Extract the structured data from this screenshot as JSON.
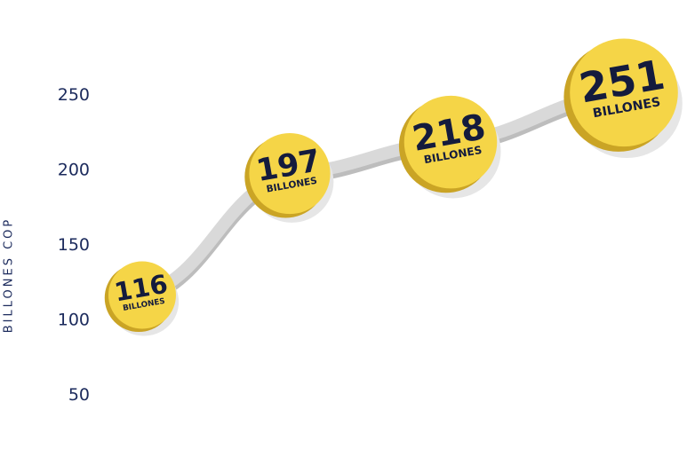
{
  "colors": {
    "axis_text": "#1b2a5c",
    "coin_face": "#f5d547",
    "coin_edge": "#caa425",
    "coin_text": "#141b3d",
    "path": "#d9d9d9"
  },
  "chart_data": {
    "type": "line",
    "title": "",
    "xlabel": "",
    "ylabel": "BILLONES COP",
    "ylim": [
      50,
      270
    ],
    "y_ticks": [
      50,
      100,
      150,
      200,
      250
    ],
    "grid": false,
    "series": [
      {
        "points": [
          {
            "value": 116,
            "value_label": "116",
            "unit_label": "BILLONES"
          },
          {
            "value": 197,
            "value_label": "197",
            "unit_label": "BILLONES"
          },
          {
            "value": 218,
            "value_label": "218",
            "unit_label": "BILLONES"
          },
          {
            "value": 251,
            "value_label": "251",
            "unit_label": "BILLONES"
          }
        ]
      }
    ]
  }
}
